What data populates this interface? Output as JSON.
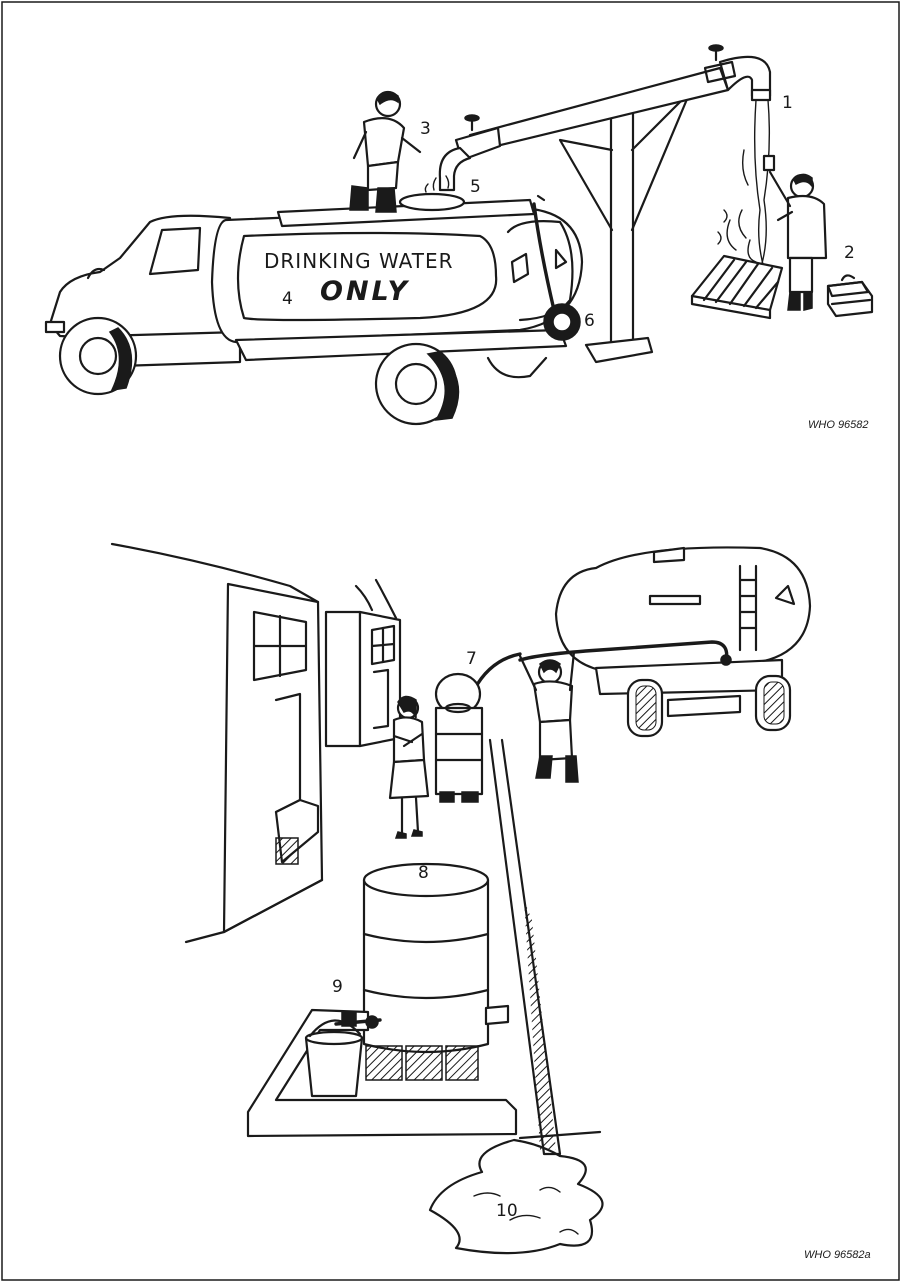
{
  "panels": [
    {
      "caption": "WHO 96582",
      "tanker_sign_line1": "DRINKING WATER",
      "tanker_sign_line2": "ONLY",
      "labels": [
        "1",
        "2",
        "3",
        "4",
        "5",
        "6"
      ]
    },
    {
      "caption": "WHO 96582a",
      "labels": [
        "7",
        "8",
        "9",
        "10"
      ]
    }
  ],
  "colors": {
    "ink": "#1a1a1a",
    "paper": "#ffffff"
  }
}
